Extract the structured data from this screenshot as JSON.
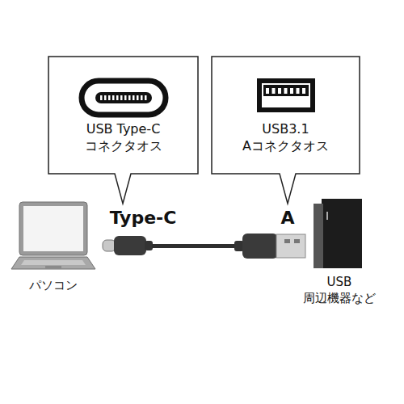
{
  "diagram": {
    "nodes": [
      {
        "text": [
          "USB Type-C コネクタオス"
        ]
      },
      {
        "text": [
          "USB3.1 Aコネクタオス"
        ]
      }
    ],
    "labels": [
      "Type-C",
      "A",
      "パソコン",
      "USB 周辺機器など"
    ]
  }
}
